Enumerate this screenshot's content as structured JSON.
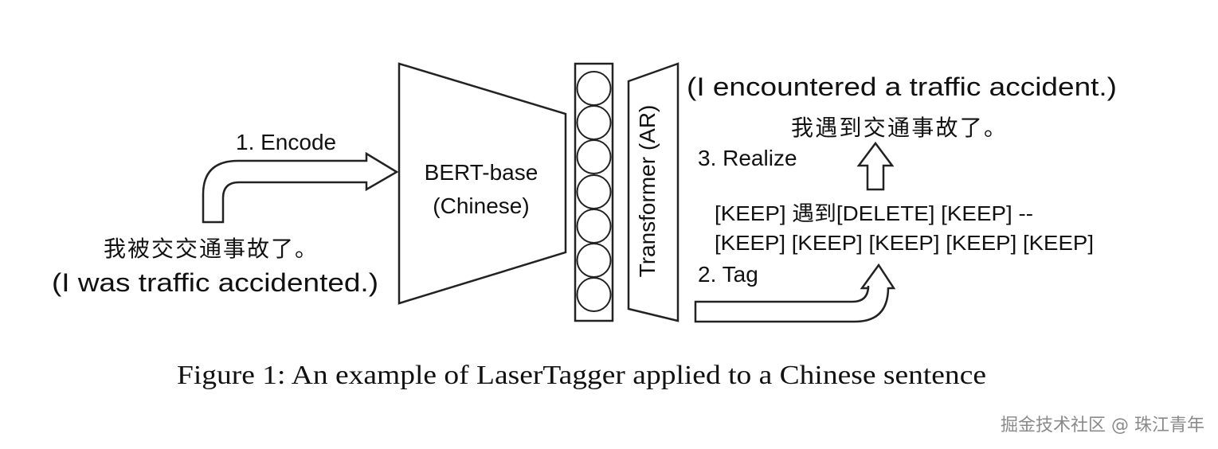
{
  "diagram": {
    "input": {
      "chinese": "我被交交通事故了。",
      "english": "(I was traffic accidented.)"
    },
    "steps": {
      "encode": "1. Encode",
      "tag": "2. Tag",
      "realize": "3. Realize"
    },
    "encoder": {
      "line1": "BERT-base",
      "line2": "(Chinese)"
    },
    "decoder": {
      "label": "Transformer (AR)"
    },
    "tags": {
      "line1": "[KEEP] 遇到[DELETE] [KEEP] --",
      "line2": "[KEEP] [KEEP] [KEEP] [KEEP] [KEEP]"
    },
    "output": {
      "english": "(I encountered a traffic accident.)",
      "chinese": "我遇到交通事故了。"
    }
  },
  "caption": "Figure 1: An example of LaserTagger applied to a Chinese sentence",
  "watermark": "掘金技术社区 @ 珠江青年",
  "colors": {
    "stroke": "#222222",
    "text": "#111111",
    "watermark": "#8a8a8a",
    "background": "#ffffff"
  }
}
